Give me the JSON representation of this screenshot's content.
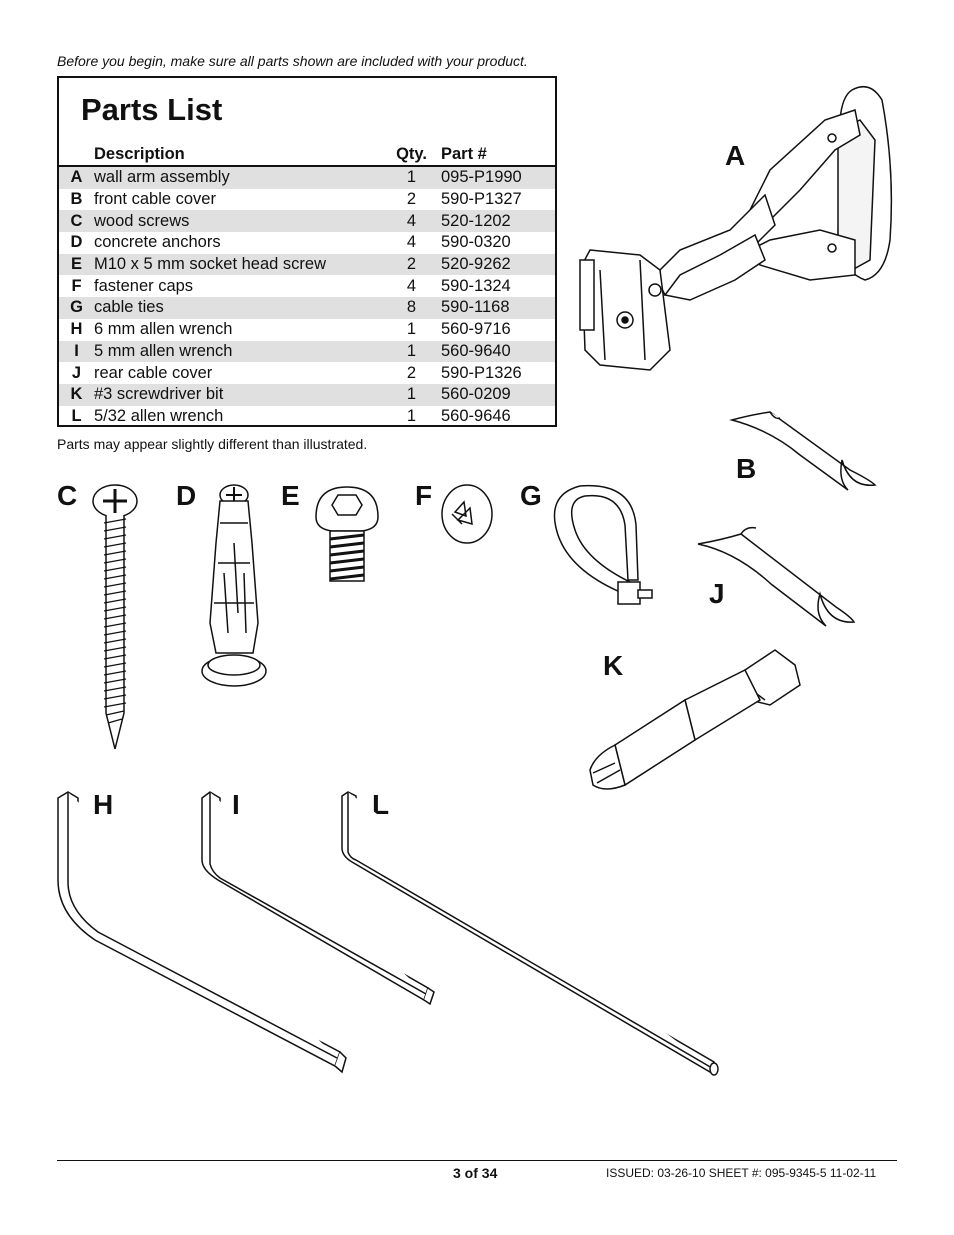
{
  "intro_text": "Before you begin, make sure all parts shown are included with your product.",
  "parts_list": {
    "title": "Parts List",
    "headers": {
      "description": "Description",
      "qty": "Qty.",
      "part": "Part #"
    },
    "rows": [
      {
        "letter": "A",
        "desc": "wall arm assembly",
        "qty": "1",
        "part": "095-P1990"
      },
      {
        "letter": "B",
        "desc": "front cable cover",
        "qty": "2",
        "part": "590-P1327"
      },
      {
        "letter": "C",
        "desc": "wood screws",
        "qty": "4",
        "part": "520-1202"
      },
      {
        "letter": "D",
        "desc": "concrete anchors",
        "qty": "4",
        "part": "590-0320"
      },
      {
        "letter": "E",
        "desc": "M10 x 5 mm socket head screw",
        "qty": "2",
        "part": "520-9262"
      },
      {
        "letter": "F",
        "desc": "fastener caps",
        "qty": "4",
        "part": "590-1324"
      },
      {
        "letter": "G",
        "desc": "cable ties",
        "qty": "8",
        "part": "590-1168"
      },
      {
        "letter": "H",
        "desc": "6 mm allen wrench",
        "qty": "1",
        "part": "560-9716"
      },
      {
        "letter": "I",
        "desc": "5 mm allen wrench",
        "qty": "1",
        "part": "560-9640"
      },
      {
        "letter": "J",
        "desc": "rear cable cover",
        "qty": "2",
        "part": "590-P1326"
      },
      {
        "letter": "K",
        "desc": "#3 screwdriver bit",
        "qty": "1",
        "part": "560-0209"
      },
      {
        "letter": "L",
        "desc": "5/32 allen wrench",
        "qty": "1",
        "part": "560-9646"
      }
    ]
  },
  "note_text": "Parts may appear slightly different than illustrated.",
  "figure_labels": {
    "A": "A",
    "B": "B",
    "C": "C",
    "D": "D",
    "E": "E",
    "F": "F",
    "G": "G",
    "H": "H",
    "I": "I",
    "J": "J",
    "K": "K",
    "L": "L"
  },
  "footer": {
    "page": "3 of 34",
    "issued": "ISSUED: 03-26-10   SHEET #: 095-9345-5  11-02-11"
  }
}
